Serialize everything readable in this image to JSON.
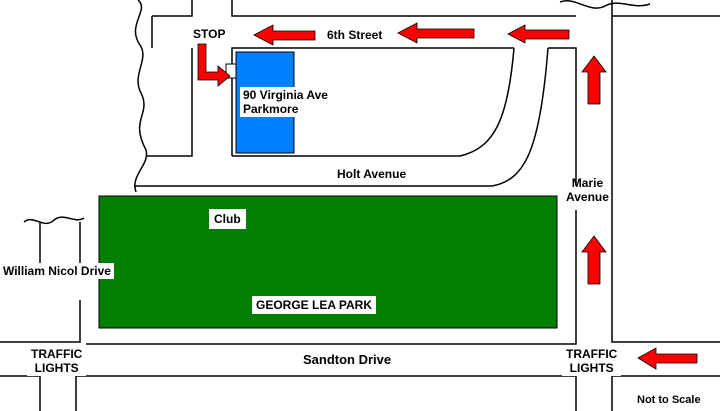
{
  "map": {
    "colors": {
      "background": "#ffffff",
      "road_edge": "#000000",
      "building": "#0080ff",
      "park": "#007f00",
      "arrow": "#ff0000"
    },
    "labels": {
      "stop": "STOP",
      "sixth_street": "6th Street",
      "destination_line1": "90 Virginia Ave",
      "destination_line2": "Parkmore",
      "holt_avenue": "Holt Avenue",
      "marie_avenue_line1": "Marie",
      "marie_avenue_line2": "Avenue",
      "club": "Club",
      "william_nicol_drive": "William Nicol Drive",
      "george_lea_park": "GEORGE LEA PARK",
      "sandton_drive": "Sandton Drive",
      "traffic_lights_west_line1": "TRAFFIC",
      "traffic_lights_west_line2": "LIGHTS",
      "traffic_lights_east_line1": "TRAFFIC",
      "traffic_lights_east_line2": "LIGHTS",
      "scale_note": "Not to Scale"
    },
    "arrows": [
      {
        "name": "sixth-street-arrow-west-1",
        "direction": "left"
      },
      {
        "name": "sixth-street-arrow-west-2",
        "direction": "left"
      },
      {
        "name": "sixth-street-arrow-west-3",
        "direction": "left"
      },
      {
        "name": "stop-turn-arrow",
        "direction": "down-then-right"
      },
      {
        "name": "marie-avenue-arrow-north-1",
        "direction": "up"
      },
      {
        "name": "marie-avenue-arrow-north-2",
        "direction": "up"
      },
      {
        "name": "sandton-drive-arrow-west",
        "direction": "left"
      }
    ]
  }
}
